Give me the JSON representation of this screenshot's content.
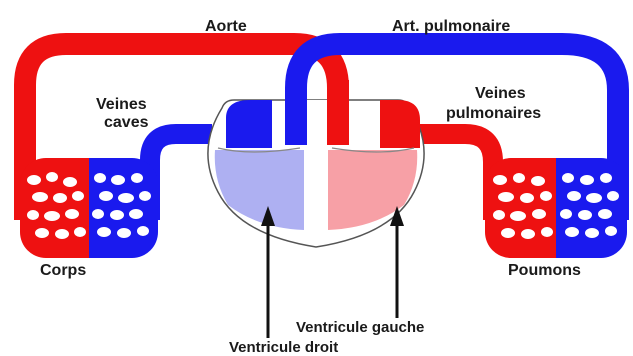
{
  "labels": {
    "aorta": "Aorte",
    "pulmonary_artery": "Art. pulmonaire",
    "venae_cavae_line1": "Veines",
    "venae_cavae_line2": "caves",
    "pulmonary_veins_line1": "Veines",
    "pulmonary_veins_line2": "pulmonaires",
    "body": "Corps",
    "lungs": "Poumons",
    "left_ventricle": "Ventricule gauche",
    "right_ventricle": "Ventricule droit"
  },
  "colors": {
    "oxygenated": "#ee1111",
    "deoxygenated": "#1a1aee",
    "left_ventricle_fill": "#f7a0a6",
    "right_ventricle_fill": "#aeb0f2",
    "heart_outline": "#555555",
    "arrow": "#111111"
  }
}
